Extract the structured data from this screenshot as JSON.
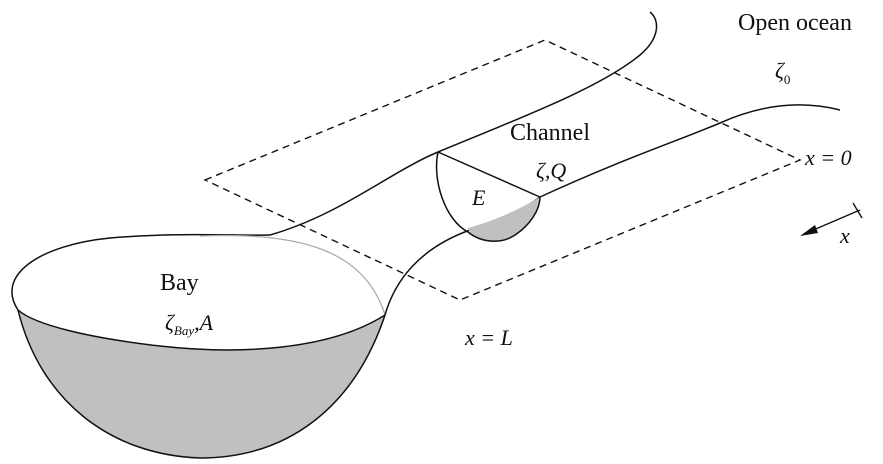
{
  "labels": {
    "open_ocean": "Open ocean",
    "zeta0_symbol": "ζ",
    "zeta0_sub": "0",
    "channel": "Channel",
    "channel_vars": "ζ,Q",
    "x_equals_0": "x = 0",
    "x_axis": "x",
    "E": "E",
    "bay": "Bay",
    "bay_zeta": "ζ",
    "bay_sub": "Bay",
    "bay_area": ",A",
    "x_equals_L": "x = L"
  },
  "colors": {
    "line": "#111111",
    "shading": "#c0c0c0",
    "faint_rim": "#aaaaaa"
  }
}
